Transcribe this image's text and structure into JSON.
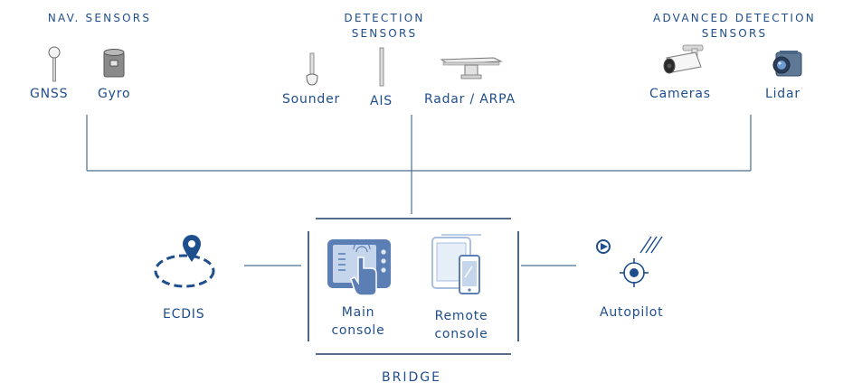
{
  "groups": {
    "nav": {
      "heading": "NAV. SENSORS",
      "items": [
        "GNSS",
        "Gyro"
      ]
    },
    "detection": {
      "heading_l1": "DETECTION",
      "heading_l2": "SENSORS",
      "items": [
        "Sounder",
        "AIS",
        "Radar / ARPA"
      ]
    },
    "advanced": {
      "heading_l1": "ADVANCED DETECTION",
      "heading_l2": "SENSORS",
      "items": [
        "Cameras",
        "Lidar"
      ]
    }
  },
  "bridge": {
    "label": "BRIDGE",
    "main_console": {
      "l1": "Main",
      "l2": "console"
    },
    "remote_console": {
      "l1": "Remote",
      "l2": "console"
    }
  },
  "ecdis": {
    "label": "ECDIS"
  },
  "autopilot": {
    "label": "Autopilot"
  },
  "colors": {
    "text": "#1f4e8c",
    "line": "#4a6d8f",
    "icon_fill": "#5b7fb4",
    "icon_light": "#a9bfdf",
    "dark_blue": "#1f4e8c"
  },
  "icons": [
    "gnss-antenna-icon",
    "gyro-icon",
    "sounder-icon",
    "ais-antenna-icon",
    "radar-icon",
    "camera-icon",
    "lidar-icon",
    "ecdis-pin-icon",
    "main-console-icon",
    "remote-console-icon",
    "autopilot-icon"
  ]
}
